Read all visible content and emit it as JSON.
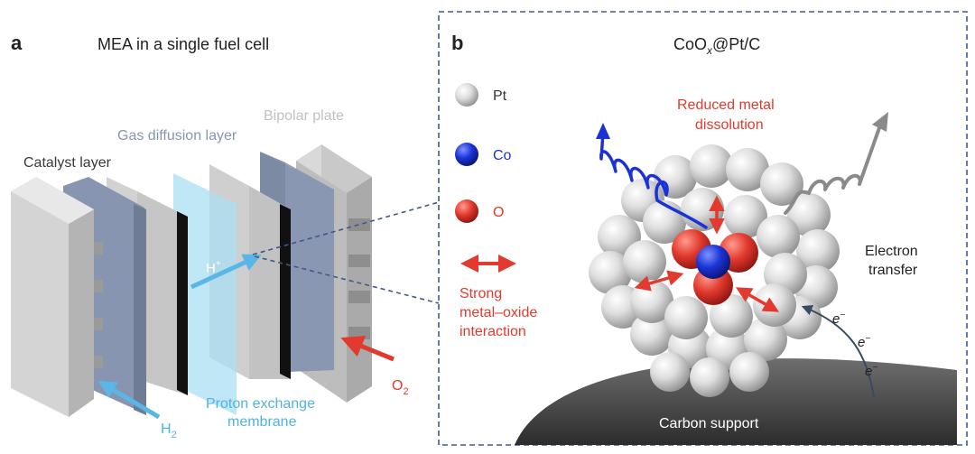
{
  "panel_a": {
    "letter": "a",
    "title": "MEA in a single fuel cell",
    "labels": {
      "bipolar_plate": "Bipolar plate",
      "gas_diffusion_layer": "Gas diffusion layer",
      "catalyst_layer": "Catalyst layer",
      "proton_line1": "Proton exchange",
      "proton_line2": "membrane",
      "h_plus": "H",
      "h_plus_sup": "+",
      "h2": "H",
      "h2_sub": "2",
      "o2": "O",
      "o2_sub": "2"
    }
  },
  "panel_b": {
    "letter": "b",
    "title_pre": "CoO",
    "title_sub": "x",
    "title_post": "@Pt/C",
    "legend": [
      {
        "label": "Pt",
        "color": "#9a9a9a"
      },
      {
        "label": "Co",
        "color": "#1b33d6"
      },
      {
        "label": "O",
        "color": "#e23a2e"
      }
    ],
    "interaction_line1": "Strong",
    "interaction_line2": "metal–oxide",
    "interaction_line3": "interaction",
    "dissolution_line1": "Reduced metal",
    "dissolution_line2": "dissolution",
    "electron_line1": "Electron",
    "electron_line2": "transfer",
    "electron_symbol": "e",
    "electron_sup": "−",
    "support_label": "Carbon support"
  },
  "colors": {
    "label_gray": "#3a3a3a",
    "plate_light": "#c4c4c4",
    "gdl_blue": "#8795b0",
    "membrane_cyan": "#a9dff3",
    "proton_text": "#4fb3e3",
    "red": "#e23a2e",
    "blue": "#1b33d6",
    "frame": "#3f5a88"
  }
}
